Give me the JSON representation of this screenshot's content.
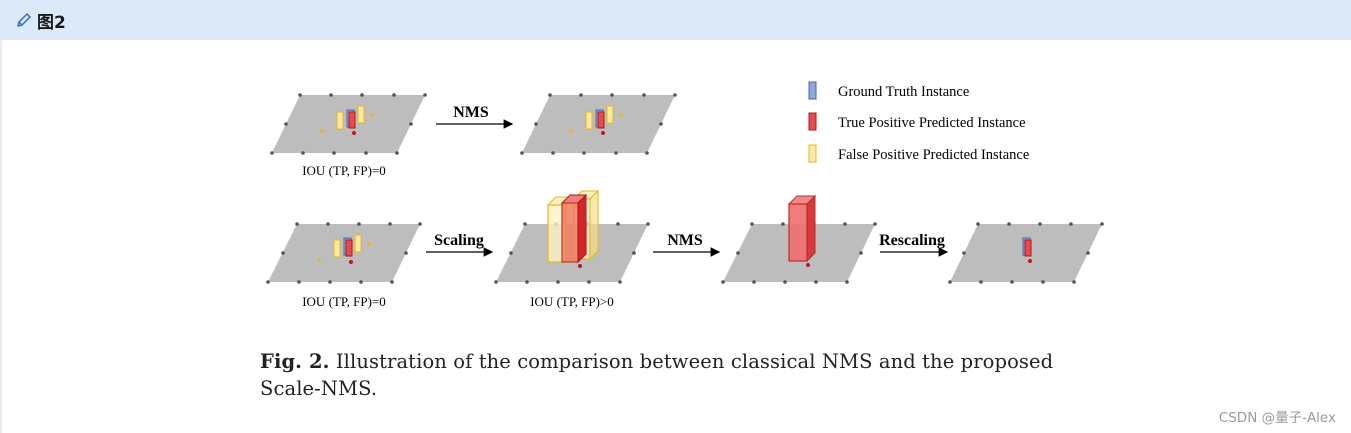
{
  "header": {
    "icon": "pencil-icon",
    "title": "图2"
  },
  "figure": {
    "arrows": {
      "nms_top": "NMS",
      "scaling": "Scaling",
      "nms_bottom": "NMS",
      "rescaling": "Rescaling"
    },
    "iou_labels": {
      "top_left": "IOU (TP, FP)=0",
      "bottom_left": "IOU (TP, FP)=0",
      "bottom_scaled": "IOU (TP, FP)>0"
    },
    "legend": [
      {
        "label": "Ground Truth Instance",
        "color": "#8fa8e0",
        "icon": "blue-box-icon"
      },
      {
        "label": "True Positive Predicted Instance",
        "color": "#e03a3a",
        "icon": "red-box-icon"
      },
      {
        "label": "False Positive Predicted Instance",
        "color": "#f3d55a",
        "icon": "yellow-box-icon"
      }
    ]
  },
  "caption": {
    "prefix": "Fig. 2.",
    "text": "Illustration of the comparison between classical NMS and the proposed Scale-NMS."
  },
  "watermark": "CSDN @量子-Alex"
}
